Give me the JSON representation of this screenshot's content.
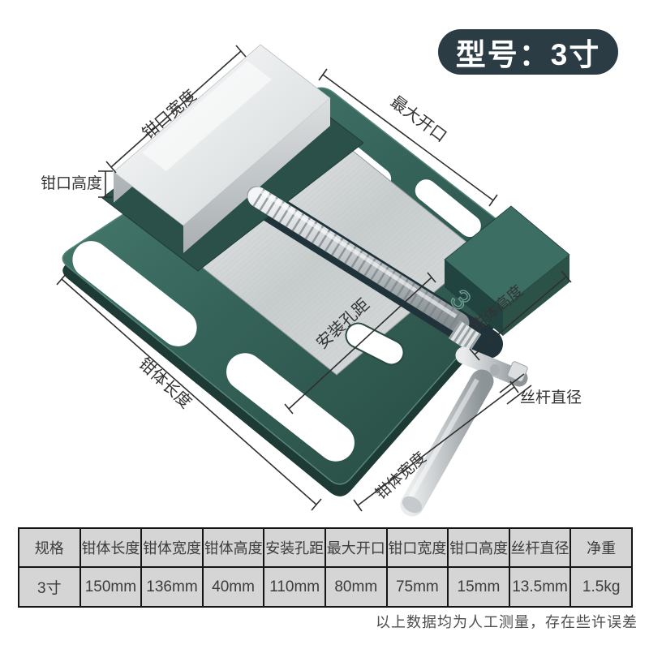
{
  "badge": {
    "text": "型号：3寸"
  },
  "diagram": {
    "labels": {
      "jaw_width": "钳口宽度",
      "max_opening": "最大开口",
      "jaw_height": "钳口高度",
      "mount_hole_distance": "安装孔距",
      "body_length": "钳体长度",
      "body_height": "钳体高度",
      "screw_diameter": "丝杆直径",
      "body_width": "钳体宽度"
    },
    "colors": {
      "body_teal": "#35635a",
      "metal_silver": "#d9dcdd",
      "badge_bg": "#2b3c45",
      "dimension_line": "#2f2f2f"
    }
  },
  "spec_table": {
    "headers": [
      "规格",
      "钳体长度",
      "钳体宽度",
      "钳体高度",
      "安装孔距",
      "最大开口",
      "钳口宽度",
      "钳口高度",
      "丝杆直径",
      "净重"
    ],
    "row": [
      "3寸",
      "150mm",
      "136mm",
      "40mm",
      "110mm",
      "80mm",
      "75mm",
      "15mm",
      "13.5mm",
      "1.5kg"
    ]
  },
  "footnote": "以上数据均为人工测量，存在些许误差"
}
